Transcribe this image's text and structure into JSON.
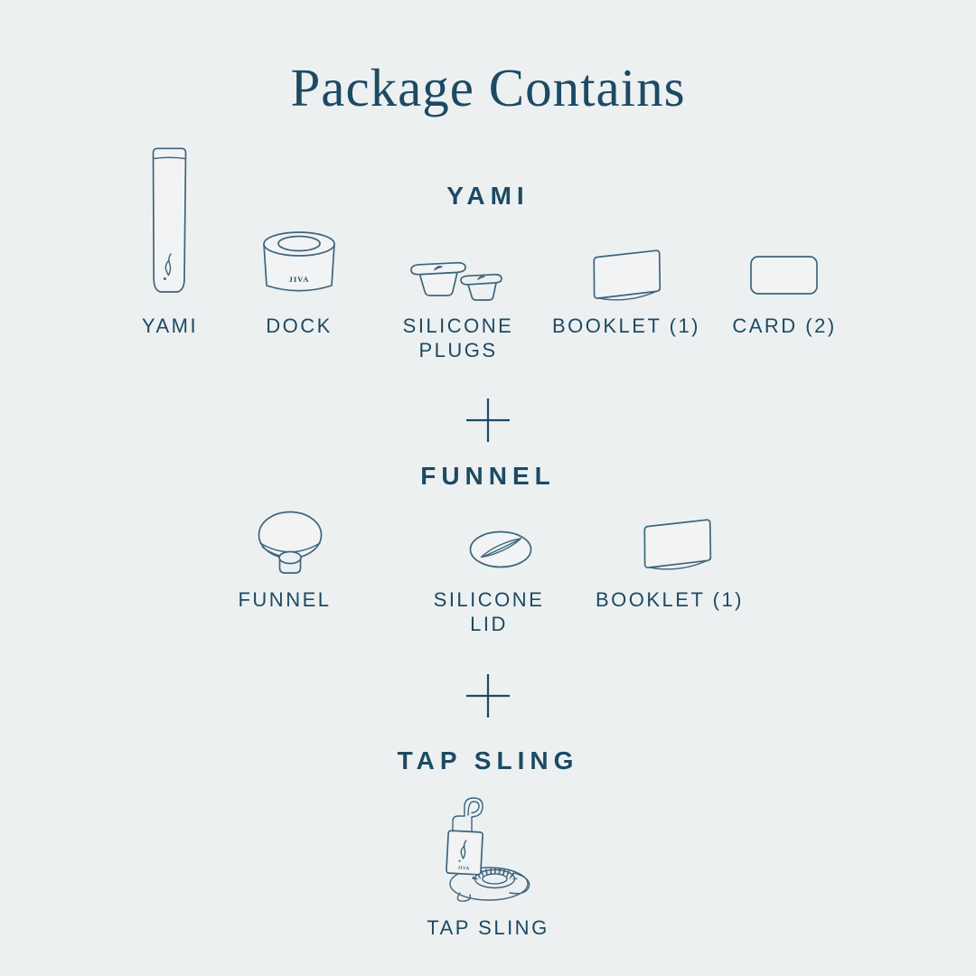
{
  "title": "Package Contains",
  "divider_symbol": "+",
  "colors": {
    "background": "#edf0f1",
    "text": "#1c4a63",
    "line_art": "#3d657d"
  },
  "sections": [
    {
      "name": "YAMI",
      "items": [
        {
          "label": "YAMI",
          "icon": "yami-device-icon"
        },
        {
          "label": "DOCK",
          "icon": "dock-icon",
          "brand": "JIVA"
        },
        {
          "label": "SILICONE PLUGS",
          "icon": "silicone-plugs-icon"
        },
        {
          "label": "BOOKLET (1)",
          "icon": "booklet-icon"
        },
        {
          "label": "CARD (2)",
          "icon": "card-icon"
        }
      ]
    },
    {
      "name": "FUNNEL",
      "items": [
        {
          "label": "FUNNEL",
          "icon": "funnel-icon"
        },
        {
          "label": "SILICONE LID",
          "icon": "silicone-lid-icon"
        },
        {
          "label": "BOOKLET (1)",
          "icon": "booklet-icon"
        }
      ]
    },
    {
      "name": "TAP SLING",
      "items": [
        {
          "label": "TAP SLING",
          "icon": "tap-sling-icon",
          "brand": "JIVA"
        }
      ]
    }
  ]
}
